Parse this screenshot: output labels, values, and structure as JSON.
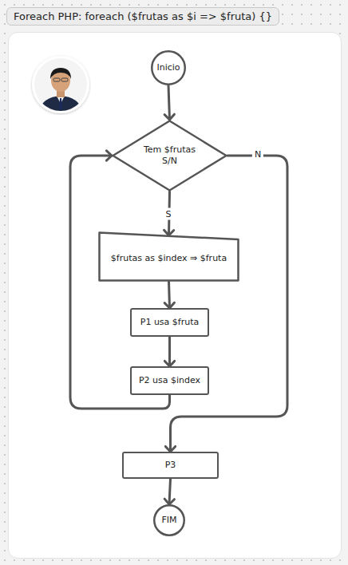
{
  "diagram": {
    "title": "Foreach PHP: foreach ($frutas as $i => $fruta) {}",
    "nodes": [
      {
        "text": [
          "Inicio"
        ]
      },
      {
        "text": [
          "Tem $frutas S/N"
        ]
      },
      {
        "text": [
          "$frutas as $index ⇒ $fruta"
        ]
      },
      {
        "text": [
          "P1 usa $fruta"
        ]
      },
      {
        "text": [
          "P2 usa $index"
        ]
      },
      {
        "text": [
          "P3"
        ]
      },
      {
        "text": [
          "FIM"
        ]
      }
    ],
    "edges": [
      {
        "from": 0,
        "to": 1,
        "arrow": "to"
      },
      {
        "from": 1,
        "to": 2,
        "label": "S",
        "arrow": "to"
      },
      {
        "from": 2,
        "to": 3,
        "arrow": "to"
      },
      {
        "from": 3,
        "to": 4,
        "arrow": "to"
      },
      {
        "from": 4,
        "to": 1,
        "arrow": "to"
      },
      {
        "from": 1,
        "to": 5,
        "label": "N",
        "arrow": "to"
      },
      {
        "from": 5,
        "to": 6,
        "arrow": "to"
      }
    ]
  }
}
